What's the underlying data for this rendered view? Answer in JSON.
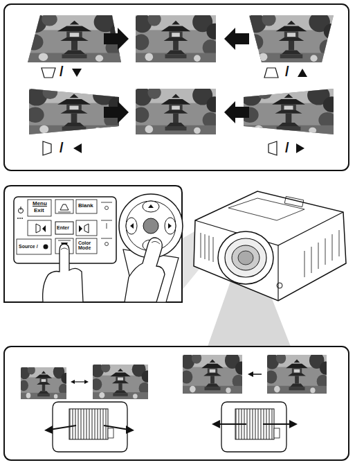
{
  "diagram": {
    "labels": [
      "/",
      "/",
      "/",
      "/",
      "Menu",
      "Exit",
      "Blank",
      "Enter",
      "Source /",
      "Color Mode"
    ]
  }
}
